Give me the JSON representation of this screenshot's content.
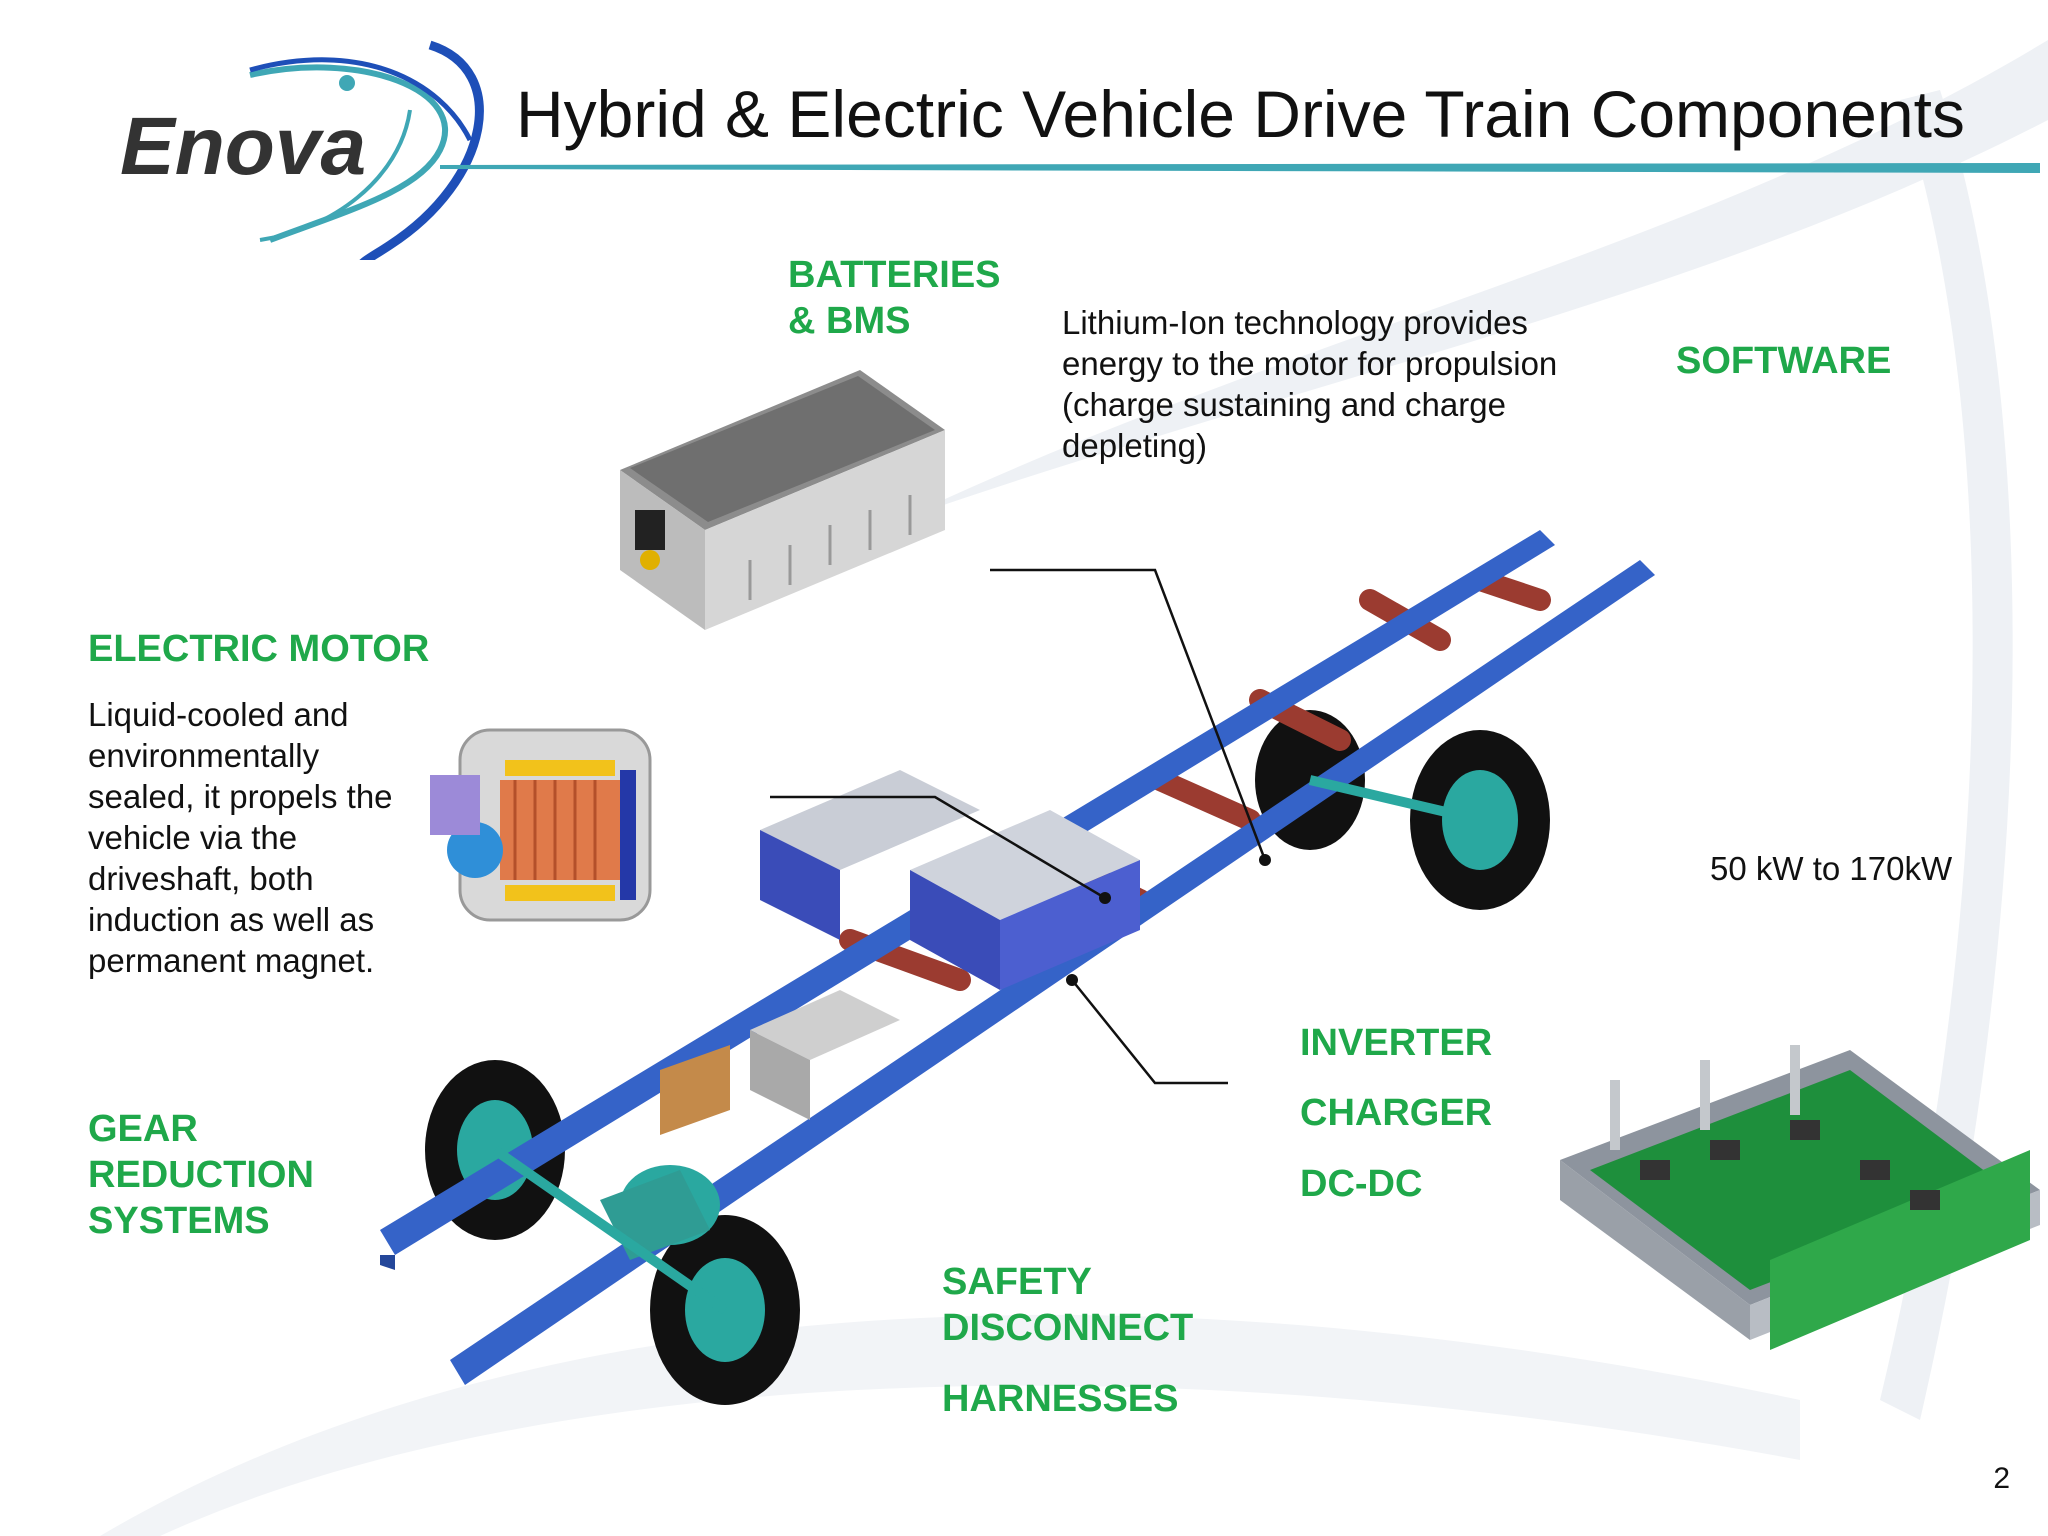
{
  "logo": {
    "text": "Enova"
  },
  "title": "Hybrid & Electric Vehicle Drive Train Components",
  "labels": {
    "batteries_line1": "BATTERIES",
    "batteries_line2": "& BMS",
    "battery_desc_1": "Lithium-Ion technology provides",
    "battery_desc_2": "energy to the motor for propulsion",
    "battery_desc_3": "(charge sustaining and charge",
    "battery_desc_4": "depleting)",
    "software": "SOFTWARE",
    "electric_motor": "ELECTRIC MOTOR",
    "motor_desc_1": "Liquid-cooled and",
    "motor_desc_2": "environmentally",
    "motor_desc_3": "sealed, it propels the",
    "motor_desc_4": "vehicle via the",
    "motor_desc_5": "driveshaft, both",
    "motor_desc_6": "induction as well as",
    "motor_desc_7": "permanent magnet.",
    "power_range": "50 kW to 170kW",
    "inverter": "INVERTER",
    "charger": "CHARGER",
    "dcdc": "DC-DC",
    "gear_1": "GEAR",
    "gear_2": "REDUCTION",
    "gear_3": "SYSTEMS",
    "safety_1": "SAFETY",
    "safety_2": "DISCONNECT",
    "harnesses": "HARNESSES"
  },
  "page_number": "2",
  "colors": {
    "accent_green": "#1fa84a",
    "logo_blue": "#1e4fb8",
    "logo_teal": "#3fa7b5",
    "chassis_blue": "#3563c8"
  }
}
